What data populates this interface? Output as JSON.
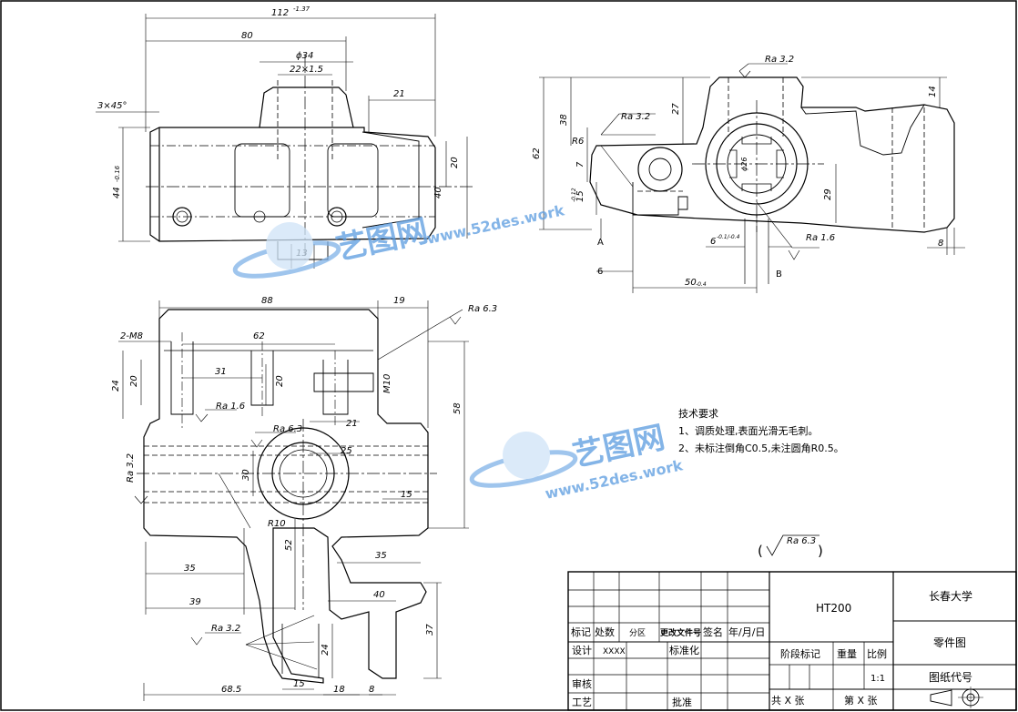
{
  "drawing": {
    "top_view_dims": {
      "overall_width": "112",
      "overall_width_tol": "-1.37",
      "width_80": "80",
      "bore_dia": "ϕ34",
      "thread": "22×1.5",
      "offset_21": "21",
      "chamfer": "3×45°",
      "height": "44",
      "height_tol": "-0.16",
      "dim_20": "20",
      "dim_40": "40",
      "dim_13": "13"
    },
    "side_view_dims": {
      "ra_top": "Ra 3.2",
      "ra_left": "Ra 3.2",
      "ra_bottom": "Ra 1.6",
      "dim_62": "62",
      "dim_38": "38",
      "dim_27": "27",
      "dim_14": "14",
      "r6": "R6",
      "dim_7": "7",
      "dim_15": "15",
      "dim_15_tol": "-0.12",
      "dim_29": "29",
      "dim_6": "6",
      "dim_6_tol": "-0.1/-0.4",
      "dim_50": "50",
      "dim_50_tol": "-0.4",
      "dim_8": "8",
      "label_a": "A",
      "label_b": "B",
      "spline_dia": "ϕ26"
    },
    "front_view_dims": {
      "dim_88": "88",
      "dim_19": "19",
      "ra_63": "Ra 6.3",
      "thread_m8": "2-M8",
      "dim_62": "62",
      "dim_24": "24",
      "dim_20a": "20",
      "dim_31": "31",
      "dim_20b": "20",
      "m10": "M10",
      "ra_16": "Ra 1.6",
      "ra_63b": "Ra 6.3",
      "dim_21": "21",
      "dim_58": "58",
      "dim_25": "25",
      "ra_32": "Ra 3.2",
      "dim_30": "30",
      "dim_15": "15",
      "r10": "R10",
      "dim_52": "52",
      "dim_35a": "35",
      "dim_35b": "35",
      "dim_40": "40",
      "dim_39": "39",
      "ra_32b": "Ra 3.2",
      "dim_37": "37",
      "dim_24b": "24",
      "dim_685": "68.5",
      "dim_15b": "15",
      "dim_18": "18",
      "dim_8": "8"
    },
    "tech_requirements": {
      "heading": "技术要求",
      "line1": "1、调质处理,表面光滑无毛刺。",
      "line2": "2、未标注倒角C0.5,未注圆角R0.5。"
    },
    "general_roughness": "Ra 6.3"
  },
  "watermark": {
    "brand": "艺图网",
    "url": "www.52des.work"
  },
  "title_block": {
    "material": "HT200",
    "school": "长春大学",
    "part_type": "零件图",
    "drawing_code": "图纸代号",
    "h_biaoji": "标记",
    "h_chushu": "处数",
    "h_fenqu": "分区",
    "h_gengai": "更改文件号",
    "h_qianming": "签名",
    "h_date": "年/月/日",
    "h_sheji": "设计",
    "v_sheji": "XXXX",
    "h_biaozhunhua": "标准化",
    "h_jieduan": "阶段标记",
    "h_zhongliang": "重量",
    "h_bili": "比例",
    "v_bili": "1:1",
    "h_shenhe": "审核",
    "h_gongyi": "工艺",
    "h_pizhun": "批准",
    "sheet_total": "共 X 张",
    "sheet_no": "第 X 张"
  }
}
